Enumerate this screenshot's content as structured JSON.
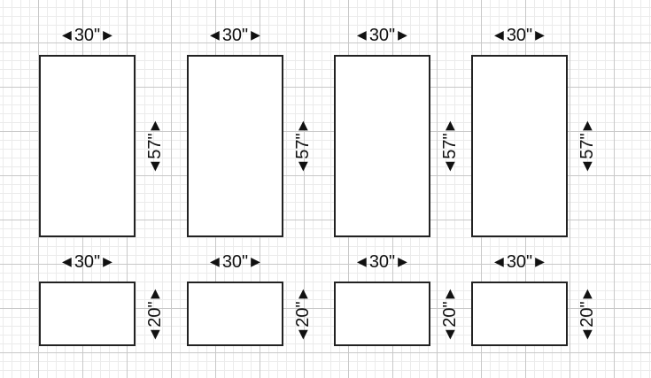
{
  "panels": [
    {
      "width_label": "30\"",
      "height_label": "57\""
    },
    {
      "width_label": "30\"",
      "height_label": "57\""
    },
    {
      "width_label": "30\"",
      "height_label": "57\""
    },
    {
      "width_label": "30\"",
      "height_label": "57\""
    },
    {
      "width_label": "30\"",
      "height_label": "20\""
    },
    {
      "width_label": "30\"",
      "height_label": "20\""
    },
    {
      "width_label": "30\"",
      "height_label": "20\""
    },
    {
      "width_label": "30\"",
      "height_label": "20\""
    }
  ],
  "arrows": {
    "left": "◀",
    "right": "▶",
    "up": "▲",
    "down": "▼"
  },
  "colors": {
    "outline": "#222222",
    "grid_major": "#c8c8c8",
    "grid_minor": "#ebebeb"
  }
}
